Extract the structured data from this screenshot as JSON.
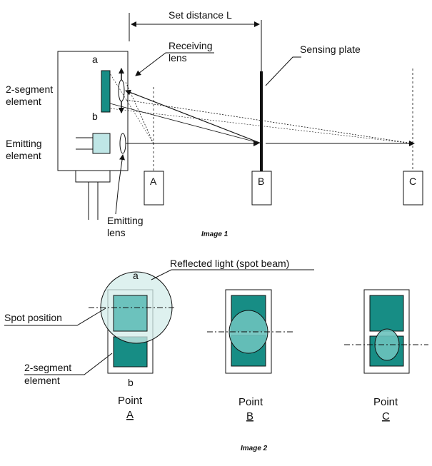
{
  "image1": {
    "caption": "Image 1",
    "set_distance": "Set distance L",
    "receiving_lens": [
      "Receiving",
      "lens"
    ],
    "sensing_plate": "Sensing plate",
    "two_segment_element": [
      "2-segment",
      "element"
    ],
    "emitting_element": [
      "Emitting",
      "element"
    ],
    "emitting_lens": [
      "Emitting",
      "lens"
    ],
    "segment_top": "a",
    "segment_bottom": "b",
    "positions": [
      "A",
      "B",
      "C"
    ]
  },
  "image2": {
    "caption": "Image 2",
    "reflected_light": "Reflected light (spot beam)",
    "spot_position": "Spot position",
    "two_segment_element": [
      "2-segment",
      "element"
    ],
    "segment_top": "a",
    "segment_bottom": "b",
    "points": [
      {
        "label": "Point",
        "letter": "A"
      },
      {
        "label": "Point",
        "letter": "B"
      },
      {
        "label": "Point",
        "letter": "C"
      }
    ]
  },
  "colors": {
    "segment": "#178d85",
    "segment_light": "#6cc2bd",
    "spot": "#d3ece9",
    "emitter": "#bfe6e6",
    "stroke": "#111111"
  }
}
